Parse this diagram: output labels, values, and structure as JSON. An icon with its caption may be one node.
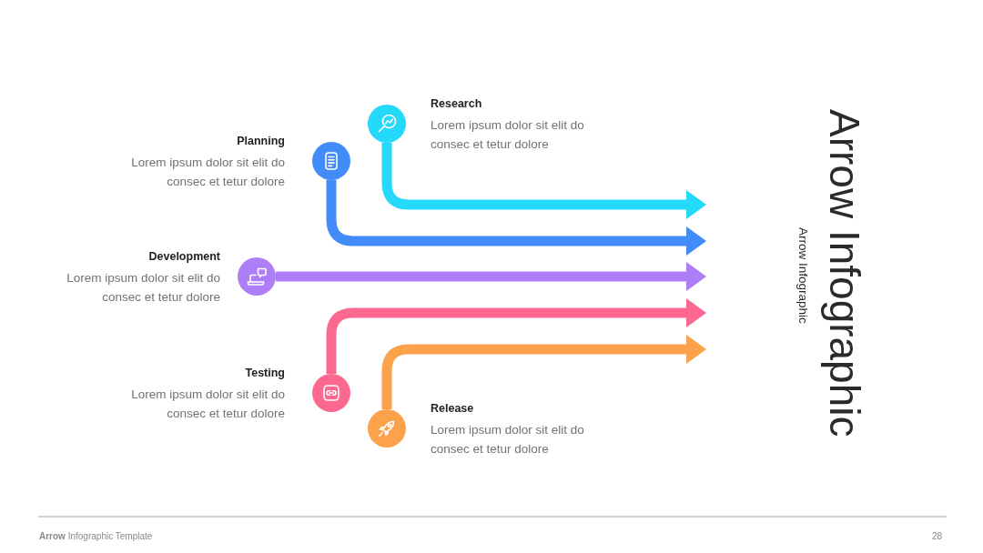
{
  "diagram": {
    "title": "Arrow Infographic",
    "nodes": [
      {
        "text": [
          "Research"
        ],
        "beside": [
          "Lorem ipsum dolor sit elit do consec et tetur dolore"
        ]
      },
      {
        "text": [
          "Planning"
        ],
        "beside": [
          "Lorem ipsum dolor sit elit do consec et tetur dolore"
        ]
      },
      {
        "text": [
          "Development"
        ],
        "beside": [
          "Lorem ipsum dolor sit elit do consec et tetur dolore"
        ]
      },
      {
        "text": [
          "Testing"
        ],
        "beside": [
          "Lorem ipsum dolor sit elit do consec et tetur dolore"
        ]
      },
      {
        "text": [
          "Release"
        ],
        "beside": [
          "Lorem ipsum dolor sit elit do consec et tetur dolore"
        ]
      }
    ],
    "edges": [
      {
        "from": 0,
        "to": null,
        "arrow": "to",
        "color": "#25d9fb"
      },
      {
        "from": 1,
        "to": null,
        "arrow": "to",
        "color": "#418cf9"
      },
      {
        "from": 2,
        "to": null,
        "arrow": "to",
        "color": "#ae7ef8"
      },
      {
        "from": 3,
        "to": null,
        "arrow": "to",
        "color": "#fd6891"
      },
      {
        "from": 4,
        "to": null,
        "arrow": "to",
        "color": "#fba24b"
      }
    ],
    "labels": [
      "Arrow Infographic",
      "**Arrow** Infographic Template",
      "28"
    ]
  }
}
